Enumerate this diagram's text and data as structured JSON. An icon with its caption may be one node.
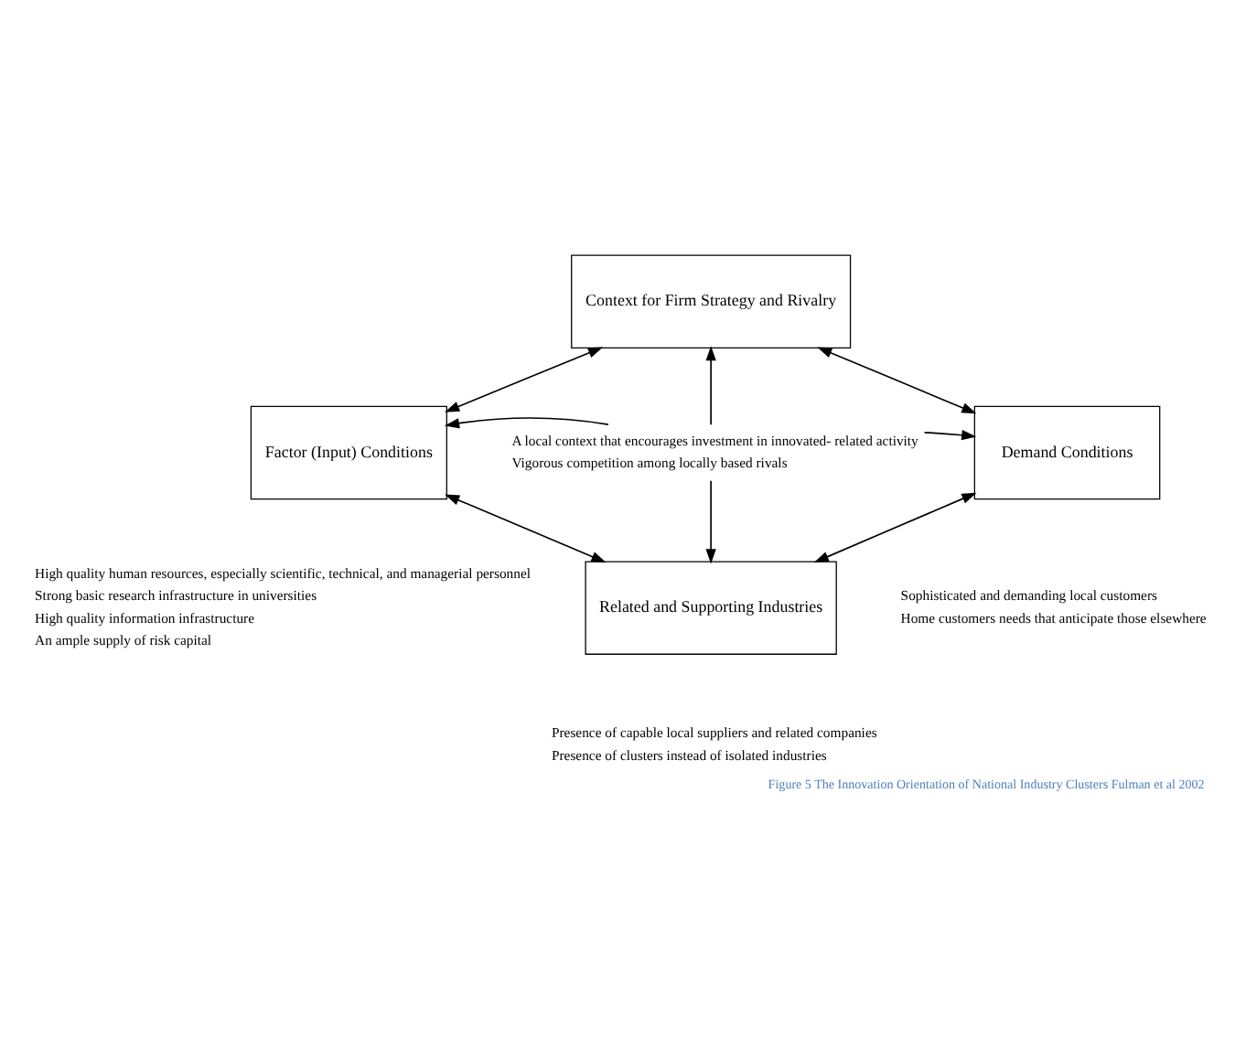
{
  "diagram": {
    "caption": "Figure 5 The Innovation Orientation of National Industry Clusters Fulman et al 2002",
    "nodes": [
      {
        "text": [
          "Context for Firm Strategy and Rivalry"
        ]
      },
      {
        "text": [
          "Factor (Input) Conditions"
        ]
      },
      {
        "text": [
          "A local context that encourages investment in innovated- related activity",
          "Vigorous competition among locally based rivals"
        ]
      },
      {
        "text": [
          "Demand Conditions"
        ]
      },
      {
        "text": [
          "Related and Supporting Industries"
        ]
      }
    ],
    "edges": [
      {
        "from": 0,
        "to": 1,
        "arrow": "both"
      },
      {
        "from": 0,
        "to": 3,
        "arrow": "both"
      },
      {
        "from": 2,
        "to": 0,
        "arrow": "to"
      },
      {
        "from": 2,
        "to": 1,
        "arrow": "to"
      },
      {
        "from": 2,
        "to": 3,
        "arrow": "to"
      },
      {
        "from": 2,
        "to": 4,
        "arrow": "to"
      },
      {
        "from": 1,
        "to": 4,
        "arrow": "both"
      },
      {
        "from": 3,
        "to": 4,
        "arrow": "both"
      }
    ],
    "labels": [
      "High quality human resources, especially scientific, technical, and managerial personnel",
      "Strong basic research infrastructure in universities",
      "High quality information infrastructure",
      "An ample supply of risk capital",
      "Sophisticated and demanding local customers",
      "Home customers needs that anticipate those elsewhere",
      "Presence of capable local suppliers and related companies",
      "Presence of clusters instead of isolated industries"
    ]
  }
}
